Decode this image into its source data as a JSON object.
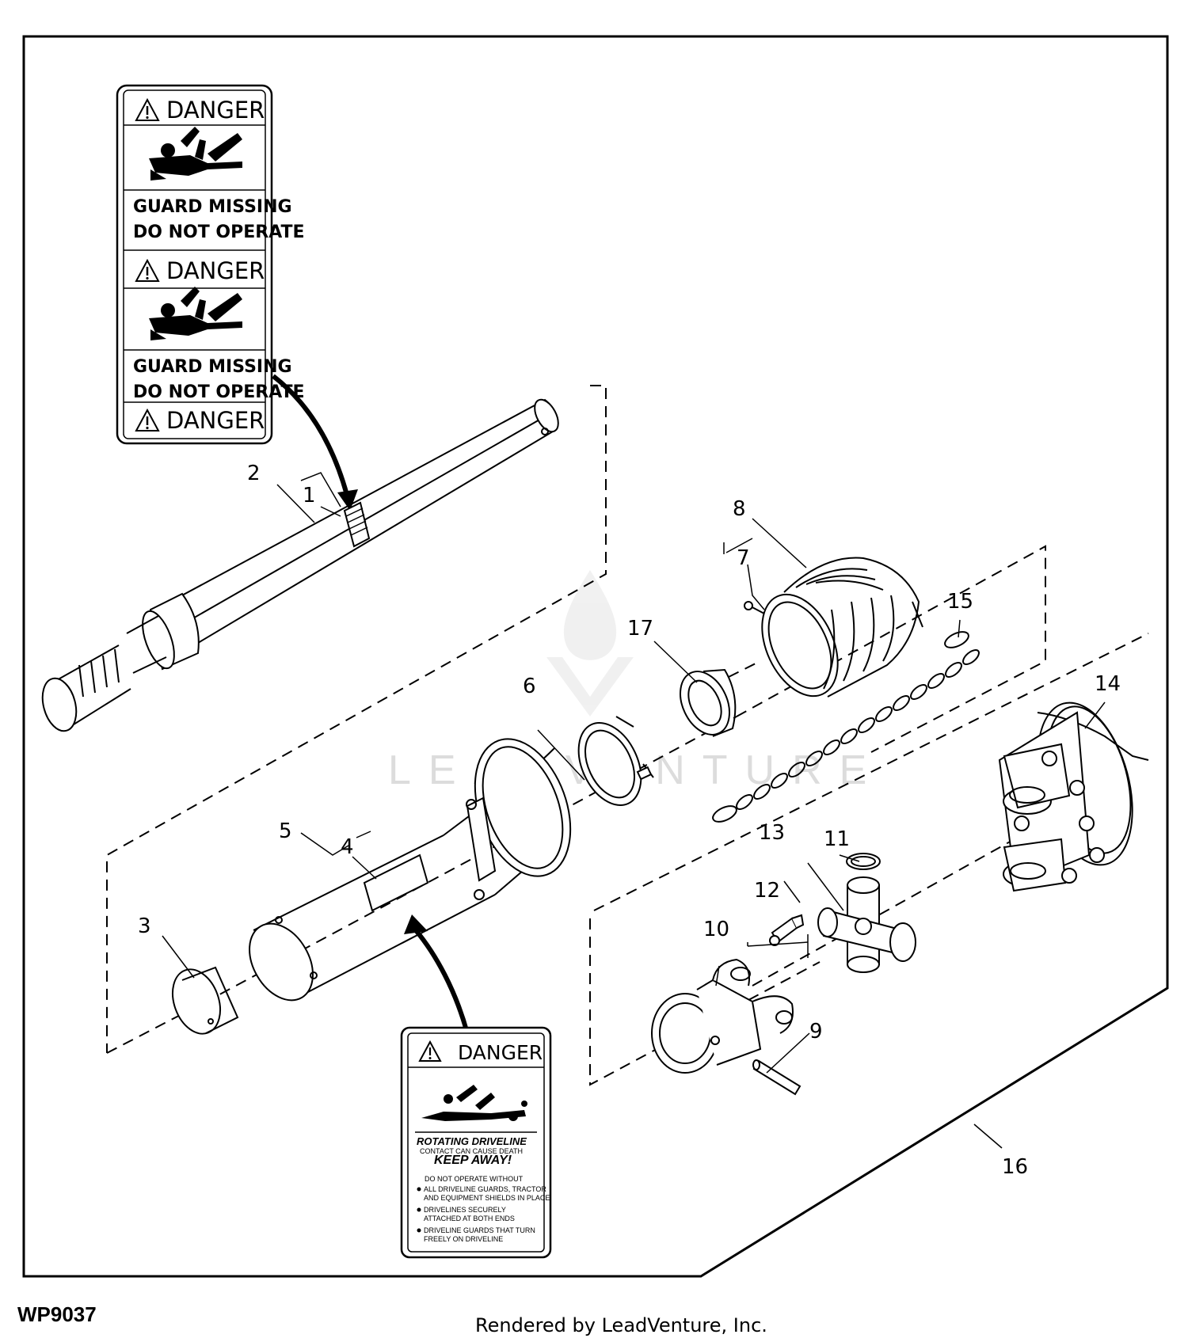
{
  "callouts": [
    "1",
    "2",
    "3",
    "4",
    "5",
    "6",
    "7",
    "8",
    "9",
    "10",
    "11",
    "12",
    "13",
    "14",
    "15",
    "16",
    "17"
  ],
  "decal_long": {
    "danger": "DANGER",
    "line1": "GUARD MISSING",
    "line2": "DO NOT OPERATE"
  },
  "decal_driveline": {
    "danger": "DANGER",
    "title": "ROTATING DRIVELINE",
    "subtitle": "CONTACT CAN CAUSE DEATH",
    "keep_away": "KEEP AWAY!",
    "do_not": "DO NOT OPERATE WITHOUT",
    "bullets": [
      "ALL DRIVELINE GUARDS, TRACTOR",
      "AND EQUIPMENT SHIELDS IN PLACE",
      "DRIVELINES SECURELY",
      "ATTACHED AT BOTH ENDS",
      "DRIVELINE GUARDS THAT TURN",
      "FREELY ON DRIVELINE"
    ]
  },
  "watermark": "LEADVENTURE",
  "figure_id": "WP9037",
  "credit": "Rendered by LeadVenture, Inc.",
  "icons": [
    "warning-triangle-icon",
    "entanglement-pictogram-icon",
    "leadventure-logo-icon"
  ]
}
